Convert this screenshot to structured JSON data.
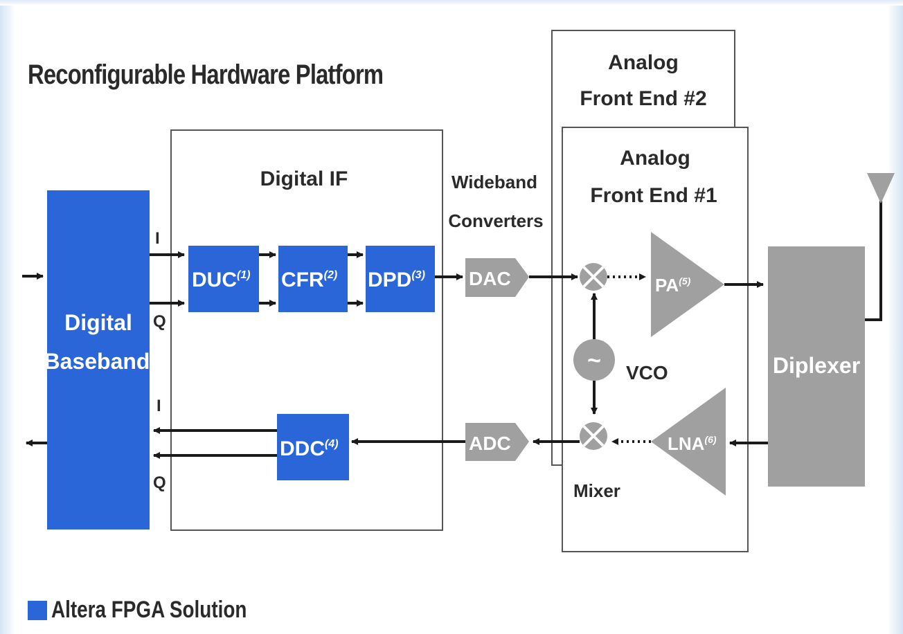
{
  "title": "Reconfigurable Hardware Platform",
  "colors": {
    "fpga_blue": "#2a66d8",
    "analog_gray": "#a0a0a0",
    "line": "#1a1a1a"
  },
  "blocks": {
    "digital_baseband": [
      "Digital",
      "Baseband"
    ],
    "digital_if": "Digital IF",
    "wideband_converters": [
      "Wideband",
      "Converters"
    ],
    "afe2": [
      "Analog",
      "Front End #2"
    ],
    "afe1": [
      "Analog",
      "Front End #1"
    ],
    "duc": "DUC",
    "duc_sup": "(1)",
    "cfr": "CFR",
    "cfr_sup": "(2)",
    "dpd": "DPD",
    "dpd_sup": "(3)",
    "ddc": "DDC",
    "ddc_sup": "(4)",
    "dac": "DAC",
    "adc": "ADC",
    "pa": "PA",
    "pa_sup": "(5)",
    "lna": "LNA",
    "lna_sup": "(6)",
    "vco": "VCO",
    "vco_symbol": "~",
    "mixer": "Mixer",
    "diplexer": "Diplexer"
  },
  "signals": {
    "i": "I",
    "q": "Q"
  },
  "legend": {
    "label": "Altera FPGA Solution"
  }
}
